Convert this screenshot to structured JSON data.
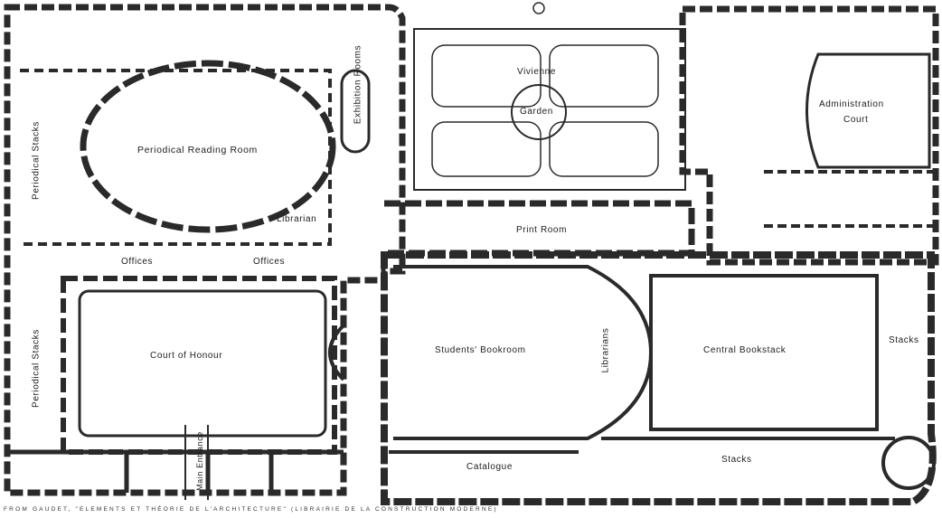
{
  "plan": {
    "rooms": {
      "periodical_reading_room": "Periodical Reading Room",
      "periodical_stacks_top": "Periodical Stacks",
      "periodical_stacks_bottom": "Periodical Stacks",
      "exhibition_rooms": "Exhibition Rooms",
      "librarian": "Librarian",
      "offices_left": "Offices",
      "offices_right": "Offices",
      "vivienne": "Vivienne",
      "garden": "Garden",
      "print_room": "Print Room",
      "administration": "Administration",
      "court": "Court",
      "court_of_honour": "Court of Honour",
      "students_bookroom": "Students' Bookroom",
      "librarians": "Librarians",
      "central_bookstack": "Central Bookstack",
      "stacks_right": "Stacks",
      "stacks_bottom": "Stacks",
      "catalogue": "Catalogue",
      "main_entrance": "Main Entrance"
    },
    "caption": "FROM GAUDET, \"ELEMENTS ET THÉORIE DE L'ARCHITECTURE\" (LIBRAIRIE DE LA CONSTRUCTION MODERNE)",
    "colors": {
      "ink": "#2a2a2a",
      "paper": "#ffffff"
    }
  }
}
